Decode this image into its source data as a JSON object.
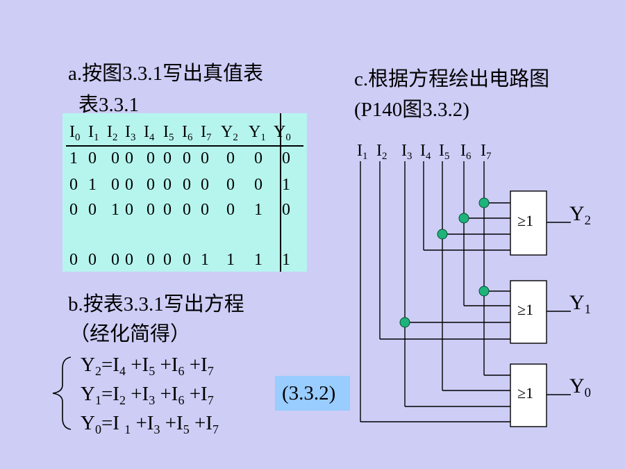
{
  "section_a": {
    "title": "a.按图3.3.1写出真值表",
    "table_caption": "表3.3.1",
    "table": {
      "inputs": [
        "I",
        "I",
        "I",
        "I",
        "I",
        "I",
        "I",
        "I"
      ],
      "input_subs": [
        "0",
        "1",
        "2",
        "3",
        "4",
        "5",
        "6",
        "7"
      ],
      "outputs": [
        "Y",
        "Y",
        "Y"
      ],
      "output_subs": [
        "2",
        "1",
        "0"
      ],
      "rows": [
        {
          "inputs": [
            "1",
            "0",
            "0",
            "0",
            "0",
            "0",
            "0",
            "0"
          ],
          "outputs": [
            "0",
            "0",
            "0"
          ]
        },
        {
          "inputs": [
            "0",
            "1",
            "0",
            "0",
            "0",
            "0",
            "0",
            "0"
          ],
          "outputs": [
            "0",
            "0",
            "1"
          ]
        },
        {
          "inputs": [
            "0",
            "0",
            "1",
            "0",
            "0",
            "0",
            "0",
            "0"
          ],
          "outputs": [
            "0",
            "1",
            "0"
          ]
        },
        {
          "inputs": [
            "0",
            "0",
            "0",
            "0",
            "0",
            "0",
            "0",
            "1"
          ],
          "outputs": [
            "1",
            "1",
            "1"
          ]
        }
      ]
    }
  },
  "section_b": {
    "title": "b.按表3.3.1写出方程",
    "subtitle": "（经化简得）",
    "equations": [
      {
        "lhs": "Y",
        "lhs_sub": "2",
        "terms": [
          [
            "=I",
            "4"
          ],
          [
            " +I",
            "5"
          ],
          [
            " +I",
            "6"
          ],
          [
            " +I",
            "7"
          ]
        ]
      },
      {
        "lhs": "Y",
        "lhs_sub": "1",
        "terms": [
          [
            "=I",
            "2"
          ],
          [
            " +I",
            "3"
          ],
          [
            " +I",
            "6"
          ],
          [
            " +I",
            "7"
          ]
        ]
      },
      {
        "lhs": "Y",
        "lhs_sub": "0",
        "terms": [
          [
            "=I ",
            "1"
          ],
          [
            " +I",
            "3"
          ],
          [
            " +I",
            "5"
          ],
          [
            " +I",
            "7"
          ]
        ]
      }
    ],
    "equation_number": "(3.3.2)"
  },
  "section_c": {
    "title_line1": "c.根据方程绘出电路图",
    "title_line2": "(P140图3.3.2)",
    "circuit": {
      "input_labels": [
        "I",
        "I",
        "I",
        "I",
        "I",
        "I",
        "I"
      ],
      "input_subs": [
        "1",
        "2",
        "3",
        "4",
        "5",
        "6",
        "7"
      ],
      "gate_symbol": "≥1",
      "gates": [
        {
          "output": "Y",
          "output_sub": "2"
        },
        {
          "output": "Y",
          "output_sub": "1"
        },
        {
          "output": "Y",
          "output_sub": "0"
        }
      ],
      "wire_color": "#000000",
      "junction_color": "#1db37a",
      "gate_fill": "#ffffff"
    }
  }
}
